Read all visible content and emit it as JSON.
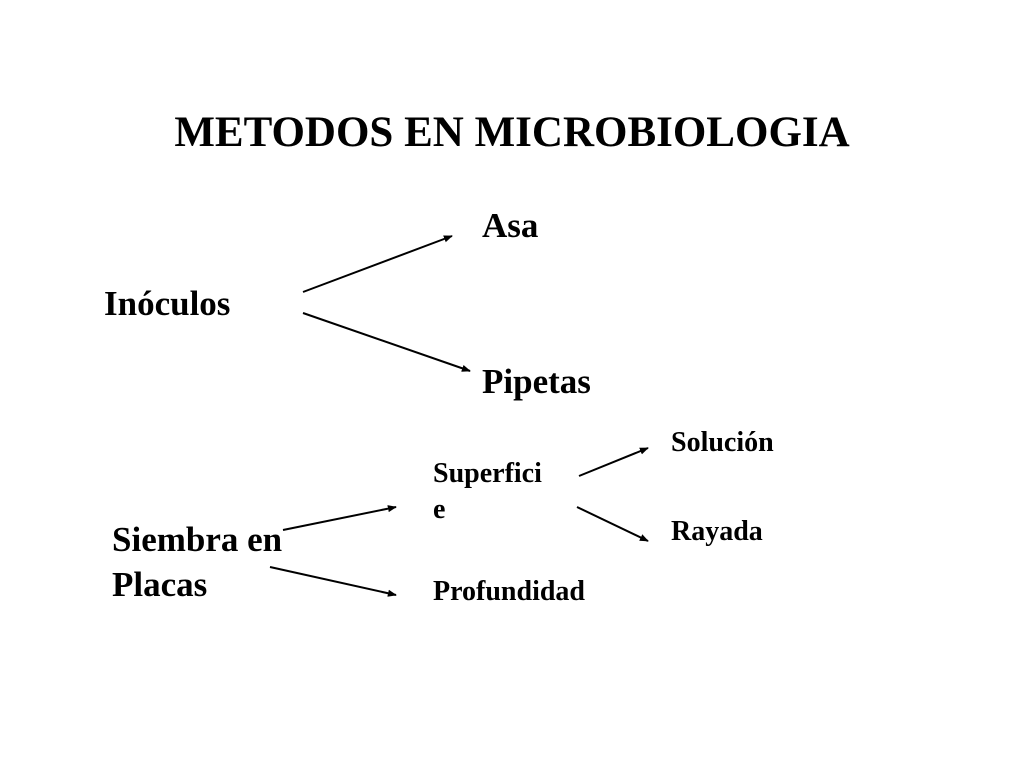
{
  "title": "METODOS EN MICROBIOLOGIA",
  "nodes": {
    "asa": "Asa",
    "inoculos": "Inóculos",
    "pipetas": "Pipetas",
    "siembra_line1": "Siembra en",
    "siembra_line2": "Placas",
    "superficie_line1": "Superfici",
    "superficie_line2": "e",
    "profundidad": "Profundidad",
    "solucion": "Solución",
    "rayada": "Rayada"
  },
  "colors": {
    "text": "#000000",
    "background": "#ffffff"
  }
}
